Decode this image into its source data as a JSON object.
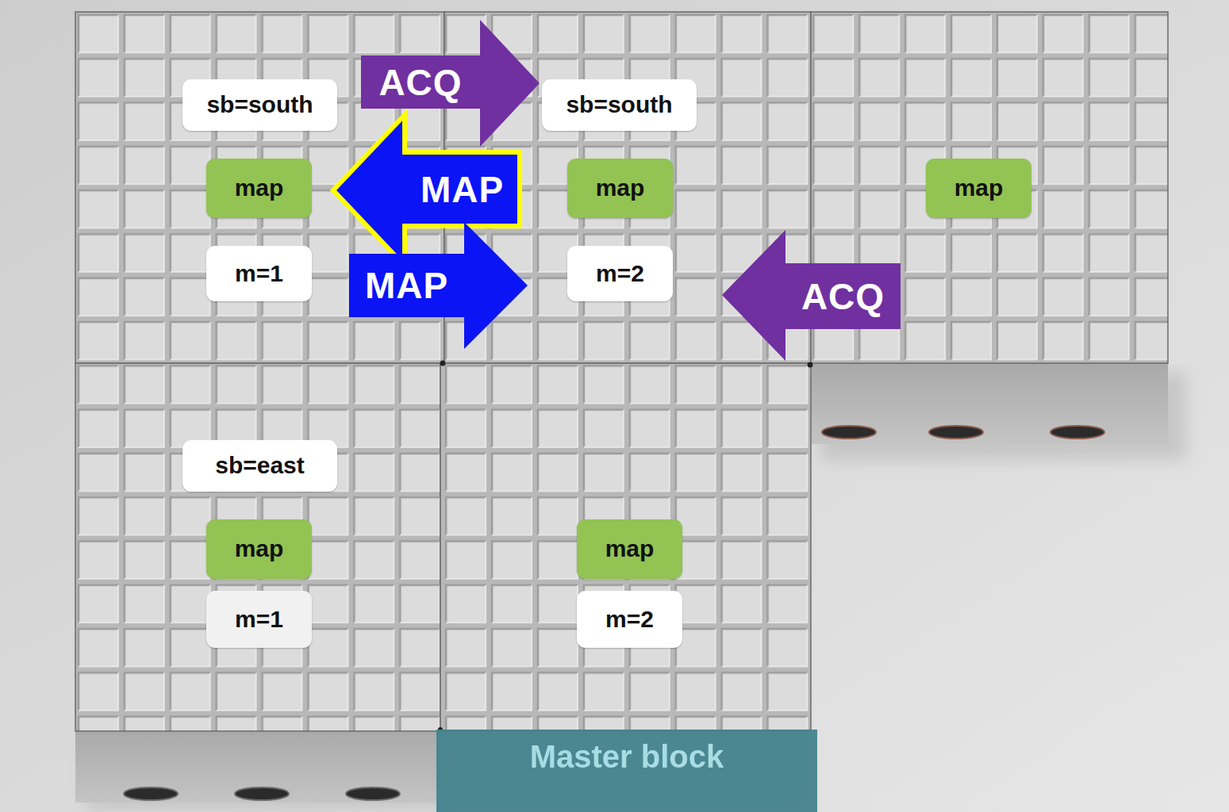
{
  "diagram": {
    "nodes": [
      {
        "text": [
          "sb=south"
        ]
      },
      {
        "text": [
          "ACQ"
        ]
      },
      {
        "text": [
          "sb=south"
        ]
      },
      {
        "text": [
          "MAP"
        ]
      },
      {
        "text": [
          "map"
        ]
      },
      {
        "text": [
          "map"
        ]
      },
      {
        "text": [
          "map"
        ]
      },
      {
        "text": [
          "m=1"
        ]
      },
      {
        "text": [
          "MAP"
        ]
      },
      {
        "text": [
          "m=2"
        ]
      },
      {
        "text": [
          "ACQ"
        ]
      },
      {
        "text": [
          "sb=east"
        ]
      },
      {
        "text": [
          "map"
        ]
      },
      {
        "text": [
          "map"
        ]
      },
      {
        "text": [
          "m=1"
        ]
      },
      {
        "text": [
          "m=2"
        ]
      },
      {
        "text": [
          "Master block"
        ]
      }
    ]
  }
}
